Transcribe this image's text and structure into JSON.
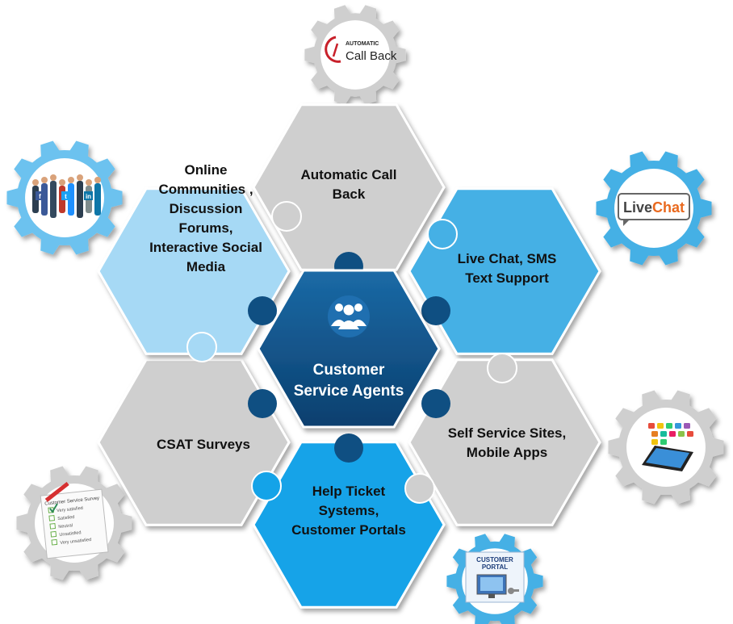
{
  "center": {
    "icon": "people-group-icon",
    "lines": [
      "Customer",
      "Service Agents"
    ],
    "color": "#0f4f82"
  },
  "channels": [
    {
      "id": "automatic-call-back",
      "lines": [
        "Automatic Call",
        "Back"
      ],
      "color": "#cfcfcf",
      "gear_color": "#cfcfcf",
      "icon": "automatic-call-back-logo-icon"
    },
    {
      "id": "live-chat",
      "lines": [
        "Live Chat, SMS",
        "Text Support"
      ],
      "color": "#45b0e5",
      "gear_color": "#45b0e5",
      "icon": "livechat-logo-icon"
    },
    {
      "id": "self-service",
      "lines": [
        "Self Service Sites,",
        "Mobile Apps"
      ],
      "color": "#cfcfcf",
      "gear_color": "#cfcfcf",
      "icon": "smartphone-apps-icon"
    },
    {
      "id": "help-ticket",
      "lines": [
        "Help Ticket",
        "Systems,",
        "Customer Portals"
      ],
      "color": "#14a3e8",
      "gear_color": "#45b0e5",
      "icon": "customer-portal-icon"
    },
    {
      "id": "csat",
      "lines": [
        "CSAT Surveys"
      ],
      "color": "#cfcfcf",
      "gear_color": "#cfcfcf",
      "icon": "survey-checklist-icon"
    },
    {
      "id": "online-communities",
      "lines": [
        "Online",
        "Communities ,",
        "Discussion",
        "Forums,",
        "Interactive Social",
        "Media"
      ],
      "color": "#a6d9f5",
      "gear_color": "#6cc2ef",
      "icon": "social-media-people-icon"
    }
  ],
  "gear_labels": {
    "call_back_top": "AUTOMATIC",
    "call_back_main": "Call Back",
    "livechat_live": "Live",
    "livechat_chat": "Chat",
    "portal_line1": "CUSTOMER",
    "portal_line2": "PORTAL",
    "survey_title": "Customer Service Survey",
    "survey_options": [
      "Very satisfied",
      "Satisfied",
      "Neutral",
      "Unsatisfied",
      "Very unsatisfied"
    ],
    "social_letters": [
      "f",
      "t",
      "in"
    ]
  }
}
